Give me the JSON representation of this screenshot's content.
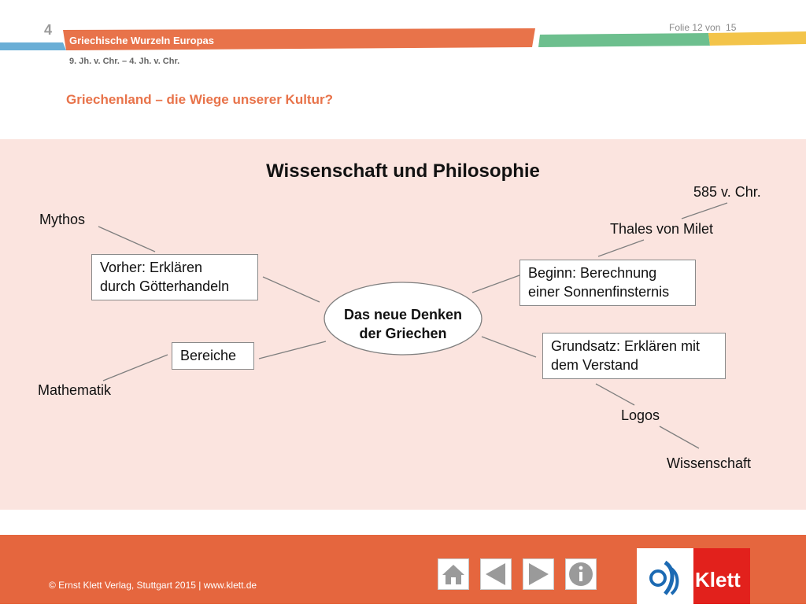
{
  "header": {
    "chapter_number": "4",
    "chapter_title": "Griechische Wurzeln Europas",
    "time_range": "9. Jh. v. Chr. – 4. Jh. v. Chr.",
    "slide_counter": "Folie 12 von  15",
    "slide_title": "Griechenland – die Wiege unserer Kultur?"
  },
  "diagram": {
    "title": "Wissenschaft und Philosophie",
    "center_line1": "Das neue Denken",
    "center_line2": "der Griechen",
    "box_before_line1": "Vorher: Erklären",
    "box_before_line2": "durch Götterhandeln",
    "box_areas": "Bereiche",
    "box_beginning_line1": "Beginn: Berechnung",
    "box_beginning_line2": "einer Sonnenfinsternis",
    "box_principle_line1": "Grundsatz: Erklären mit",
    "box_principle_line2": "dem Verstand",
    "label_myth": "Mythos",
    "label_math": "Mathematik",
    "label_thales": "Thales von Milet",
    "label_date": "585 v. Chr.",
    "label_logos": "Logos",
    "label_science": "Wissenschaft"
  },
  "footer": {
    "copyright": "© Ernst Klett Verlag, Stuttgart 2015 | www.klett.de",
    "logo_text": "Klett"
  },
  "colors": {
    "accent_orange": "#e8734a",
    "panel_bg": "#fbe4df",
    "footer_bg": "#e5663e",
    "logo_red": "#e2211c"
  },
  "icons": [
    "home-icon",
    "arrow-left-icon",
    "arrow-right-icon",
    "info-icon",
    "klett-logo-icon"
  ]
}
